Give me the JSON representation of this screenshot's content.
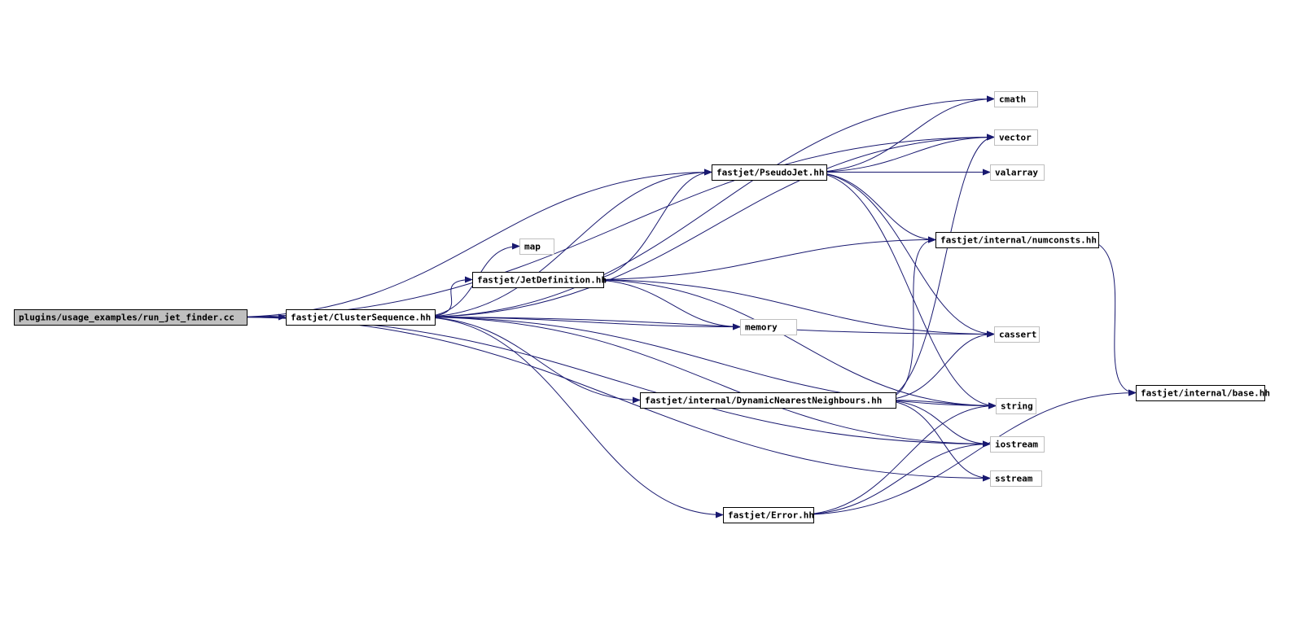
{
  "diagram": {
    "colors": {
      "edge": "#191970",
      "root_fill": "#bfbfbf",
      "system_border": "#bfbfbf",
      "node_border": "#000000"
    },
    "nodes": [
      {
        "id": "run_jet_finder",
        "label": "plugins/usage_examples/run_jet_finder.cc",
        "kind": "root"
      },
      {
        "id": "ClusterSequence",
        "label": "fastjet/ClusterSequence.hh",
        "kind": "header"
      },
      {
        "id": "PseudoJet",
        "label": "fastjet/PseudoJet.hh",
        "kind": "header"
      },
      {
        "id": "JetDefinition",
        "label": "fastjet/JetDefinition.hh",
        "kind": "header"
      },
      {
        "id": "DynamicNN",
        "label": "fastjet/internal/DynamicNearestNeighbours.hh",
        "kind": "header"
      },
      {
        "id": "Error",
        "label": "fastjet/Error.hh",
        "kind": "header"
      },
      {
        "id": "numconsts",
        "label": "fastjet/internal/numconsts.hh",
        "kind": "header"
      },
      {
        "id": "base",
        "label": "fastjet/internal/base.hh",
        "kind": "header"
      },
      {
        "id": "cmath",
        "label": "cmath",
        "kind": "system"
      },
      {
        "id": "vector",
        "label": "vector",
        "kind": "system"
      },
      {
        "id": "valarray",
        "label": "valarray",
        "kind": "system"
      },
      {
        "id": "map",
        "label": "map",
        "kind": "system"
      },
      {
        "id": "memory",
        "label": "memory",
        "kind": "system"
      },
      {
        "id": "cassert",
        "label": "cassert",
        "kind": "system"
      },
      {
        "id": "string",
        "label": "string",
        "kind": "system"
      },
      {
        "id": "iostream",
        "label": "iostream",
        "kind": "system"
      },
      {
        "id": "sstream",
        "label": "sstream",
        "kind": "system"
      }
    ],
    "edges": [
      {
        "from": "run_jet_finder",
        "to": "ClusterSequence"
      },
      {
        "from": "run_jet_finder",
        "to": "vector"
      },
      {
        "from": "run_jet_finder",
        "to": "PseudoJet"
      },
      {
        "from": "run_jet_finder",
        "to": "iostream"
      },
      {
        "from": "run_jet_finder",
        "to": "sstream"
      },
      {
        "from": "ClusterSequence",
        "to": "cmath"
      },
      {
        "from": "ClusterSequence",
        "to": "vector"
      },
      {
        "from": "ClusterSequence",
        "to": "PseudoJet"
      },
      {
        "from": "ClusterSequence",
        "to": "map"
      },
      {
        "from": "ClusterSequence",
        "to": "JetDefinition"
      },
      {
        "from": "ClusterSequence",
        "to": "memory"
      },
      {
        "from": "ClusterSequence",
        "to": "cassert"
      },
      {
        "from": "ClusterSequence",
        "to": "DynamicNN"
      },
      {
        "from": "ClusterSequence",
        "to": "string"
      },
      {
        "from": "ClusterSequence",
        "to": "iostream"
      },
      {
        "from": "ClusterSequence",
        "to": "Error"
      },
      {
        "from": "PseudoJet",
        "to": "cmath"
      },
      {
        "from": "PseudoJet",
        "to": "vector"
      },
      {
        "from": "PseudoJet",
        "to": "valarray"
      },
      {
        "from": "PseudoJet",
        "to": "numconsts"
      },
      {
        "from": "PseudoJet",
        "to": "cassert"
      },
      {
        "from": "PseudoJet",
        "to": "string"
      },
      {
        "from": "JetDefinition",
        "to": "PseudoJet"
      },
      {
        "from": "JetDefinition",
        "to": "numconsts"
      },
      {
        "from": "JetDefinition",
        "to": "memory"
      },
      {
        "from": "JetDefinition",
        "to": "cassert"
      },
      {
        "from": "JetDefinition",
        "to": "string"
      },
      {
        "from": "DynamicNN",
        "to": "vector"
      },
      {
        "from": "DynamicNN",
        "to": "numconsts"
      },
      {
        "from": "DynamicNN",
        "to": "cassert"
      },
      {
        "from": "DynamicNN",
        "to": "string"
      },
      {
        "from": "DynamicNN",
        "to": "iostream"
      },
      {
        "from": "DynamicNN",
        "to": "sstream"
      },
      {
        "from": "Error",
        "to": "string"
      },
      {
        "from": "Error",
        "to": "iostream"
      },
      {
        "from": "Error",
        "to": "base"
      },
      {
        "from": "numconsts",
        "to": "base"
      }
    ]
  }
}
